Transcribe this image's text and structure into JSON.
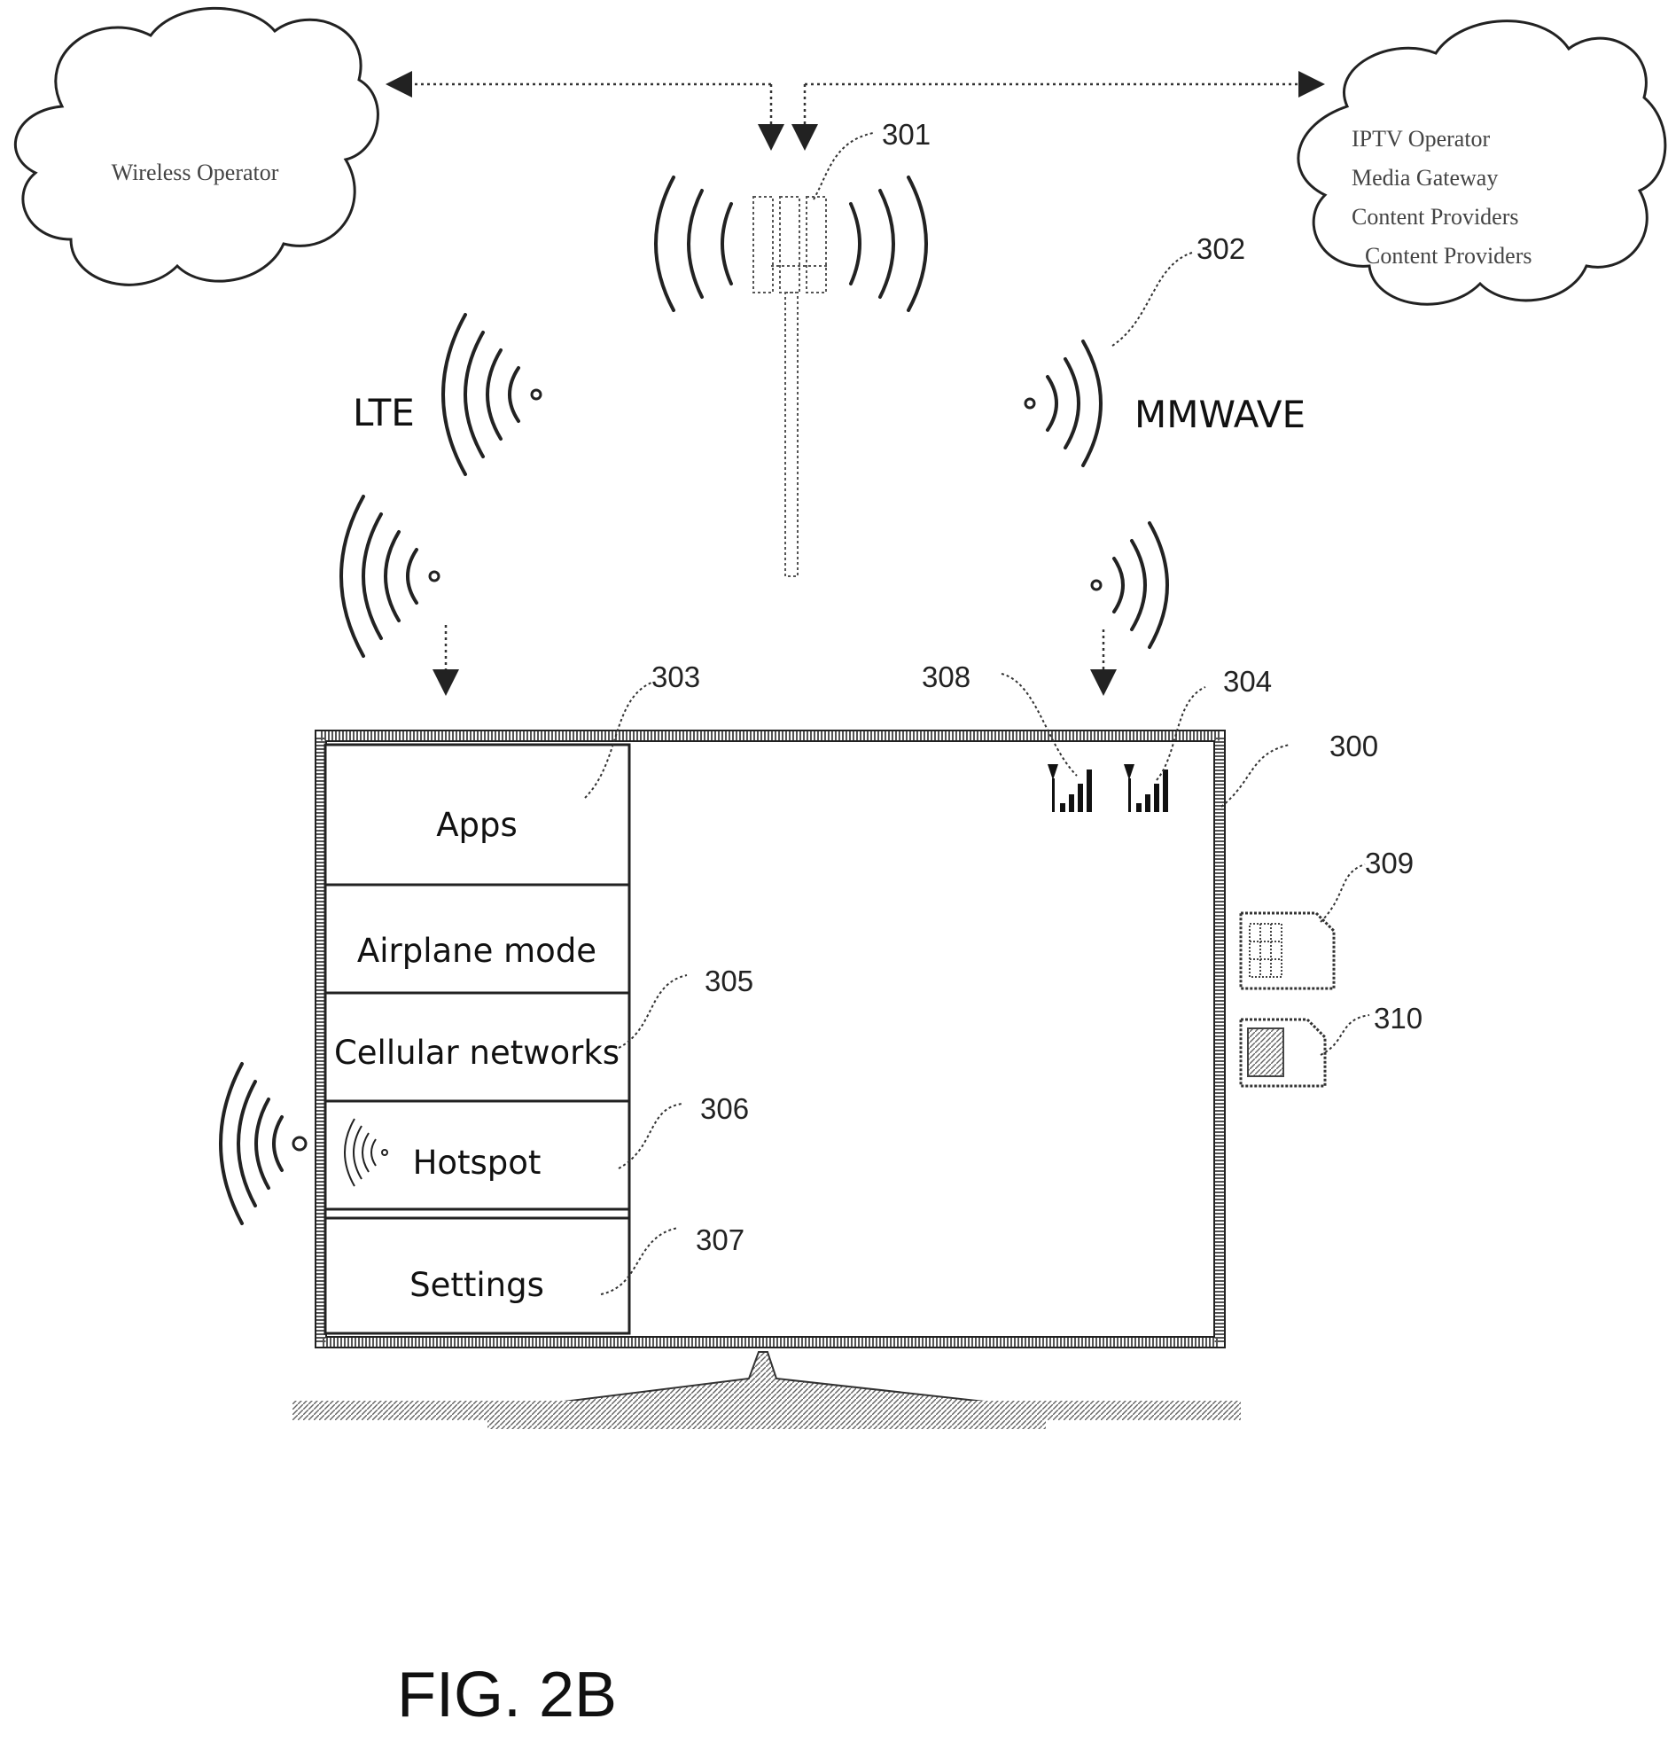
{
  "clouds": {
    "left": {
      "lines": [
        "Wireless Operator"
      ]
    },
    "right": {
      "lines": [
        "IPTV Operator",
        "Media Gateway",
        "Content Providers",
        "Content Providers"
      ]
    }
  },
  "labels": {
    "lte": "LTE",
    "mmwave": "MMWAVE",
    "caption": "FIG. 2B"
  },
  "refs": {
    "r300": "300",
    "r301": "301",
    "r302": "302",
    "r303": "303",
    "r304": "304",
    "r305": "305",
    "r306": "306",
    "r307": "307",
    "r308": "308",
    "r309": "309",
    "r310": "310"
  },
  "menu": {
    "items": [
      {
        "label": "Apps"
      },
      {
        "label": "Airplane mode"
      },
      {
        "label": "Cellular networks"
      },
      {
        "label": "Hotspot"
      },
      {
        "label": "Settings"
      }
    ]
  },
  "icons": [
    "cloud-icon",
    "cell-tower-icon",
    "wireless-signal-icon",
    "signal-bars-icon",
    "sim-card-icon",
    "hotspot-icon",
    "tv-stand-icon"
  ]
}
